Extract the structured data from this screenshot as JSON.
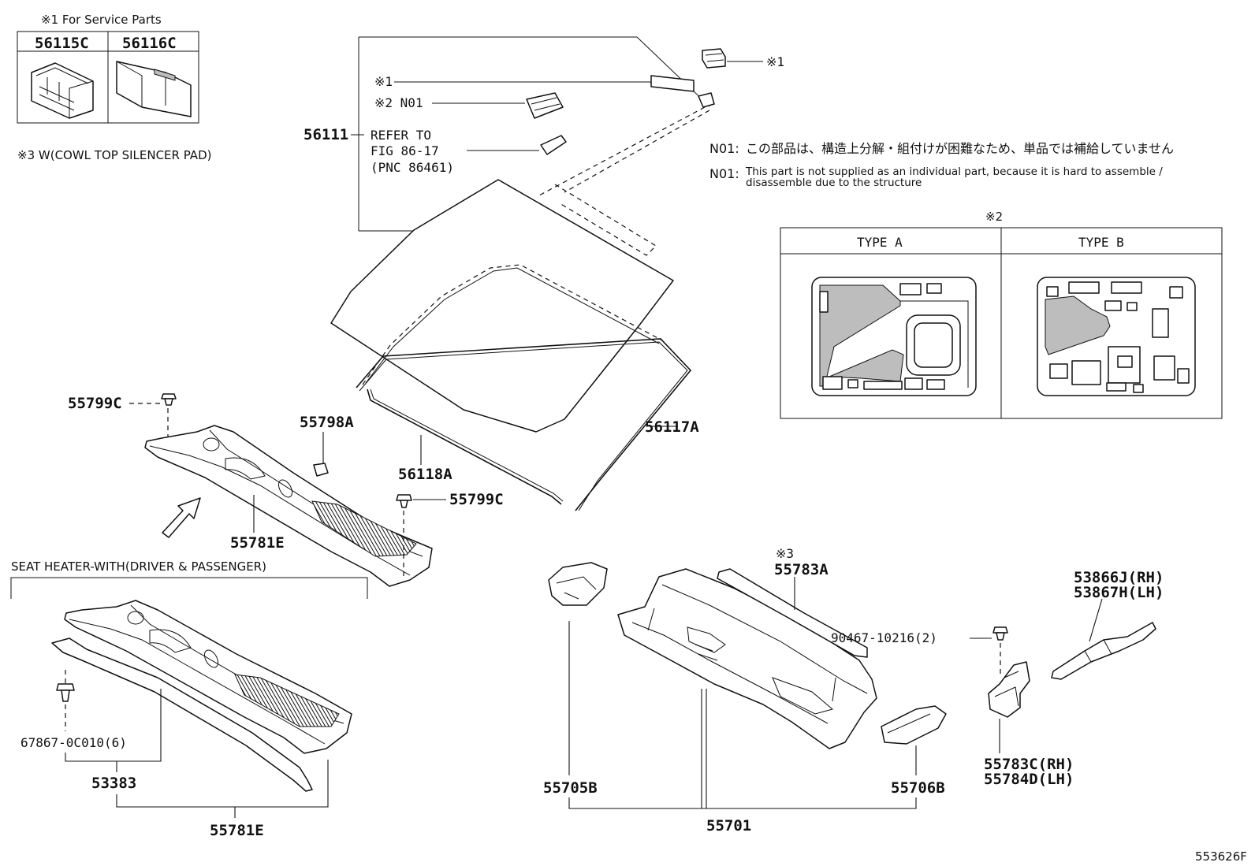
{
  "service_parts": {
    "header": "※1 For Service Parts",
    "left_code": "56115C",
    "right_code": "56116C"
  },
  "note_silencer": "※3 W(COWL TOP SILENCER PAD)",
  "windshield_box": {
    "mark1": "※1",
    "mark2": "※2 N01",
    "assembly_code": "56111",
    "refer_line1": "REFER TO",
    "refer_line2": "FIG 86-17",
    "refer_line3": "(PNC 86461)"
  },
  "top_right_mark": "※1",
  "notes": {
    "jp_label": "N01:",
    "jp_text": "この部品は、構造上分解・組付けが困難なため、単品では補給していません",
    "en_label": "N01:",
    "en_line1": "This part is not supplied as an individual part, because it is hard to assemble /",
    "en_line2": "disassemble due to the structure"
  },
  "types_box": {
    "mark": "※2",
    "type_a": "TYPE A",
    "type_b": "TYPE B"
  },
  "labels": {
    "p55799c_left": "55799C",
    "p55798a": "55798A",
    "p56118a": "56118A",
    "p56117a": "56117A",
    "p55799c_mid": "55799C",
    "p55781e_top": "55781E",
    "seat_heater": "SEAT HEATER-WITH(DRIVER & PASSENGER)",
    "p67867": "67867-0C010(6)",
    "p53383": "53383",
    "p55781e_bottom": "55781E",
    "mark3": "※3",
    "p55783a": "55783A",
    "p90467": "90467-10216(2)",
    "p53866j": "53866J(RH)",
    "p53867h": "53867H(LH)",
    "p55705b": "55705B",
    "p55706b": "55706B",
    "p55701": "55701",
    "p55783c": "55783C(RH)",
    "p55784d": "55784D(LH)"
  },
  "figure_id": "553626F"
}
